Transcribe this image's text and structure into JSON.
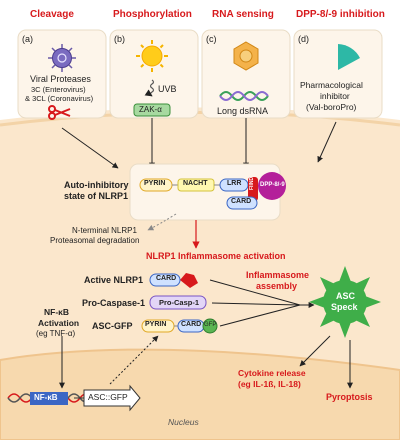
{
  "headers": {
    "cleavage": "Cleavage",
    "phosphorylation": "Phosphorylation",
    "rna_sensing": "RNA sensing",
    "dpp": "DPP-8/-9 inhibition"
  },
  "panels": {
    "a": {
      "letter": "(a)",
      "line1": "Viral Proteases",
      "line2": "3C (Enterovirus)",
      "line3": "& 3CL (Coronavirus)"
    },
    "b": {
      "letter": "(b)",
      "uvb": "UVB",
      "zak": "ZAK-α"
    },
    "c": {
      "letter": "(c)",
      "label": "Long dsRNA"
    },
    "d": {
      "letter": "(d)",
      "line1": "Pharmacological",
      "line2": "inhibitor",
      "line3": "(Val-boroPro)"
    }
  },
  "complex": {
    "label_line1": "Auto-inhibitory",
    "label_line2": "state of NLRP1",
    "pyrin": "PYRIN",
    "nacht": "NACHT",
    "lrr": "LRR",
    "fiind": "FIIND",
    "card": "CARD",
    "dpp": "DPP-8/-9"
  },
  "degradation": {
    "line1": "N-terminal NLRP1",
    "line2": "Proteasomal degradation"
  },
  "activation_title": "NLRP1 Inflammasome activation",
  "rows": {
    "active_label": "Active NLRP1",
    "active_card": "CARD",
    "procasp_label": "Pro-Caspase-1",
    "procasp_box": "Pro-Casp-1",
    "asc_label": "ASC-GFP",
    "asc_pyrin": "PYRIN",
    "asc_card": "CARD",
    "asc_gfp": "GFP"
  },
  "inflammasome": {
    "line1": "Inflammasome",
    "line2": "assembly"
  },
  "speck": {
    "line1": "ASC",
    "line2": "Speck"
  },
  "nfkb": {
    "line1": "NF-κB",
    "line2": "Activation",
    "line3": "(eg TNF-α)",
    "box": "NF-κB",
    "gene": "ASC::GFP"
  },
  "cytokine": {
    "line1": "Cytokine release",
    "line2": "(eg IL-1ß, IL-18)"
  },
  "pyroptosis": "Pyroptosis",
  "nucleus": "Nucleus",
  "colors": {
    "red": "#d7191c",
    "cell": "#fbe7cc",
    "nucleus": "#f7d9ae",
    "speck": "#3fae49"
  }
}
